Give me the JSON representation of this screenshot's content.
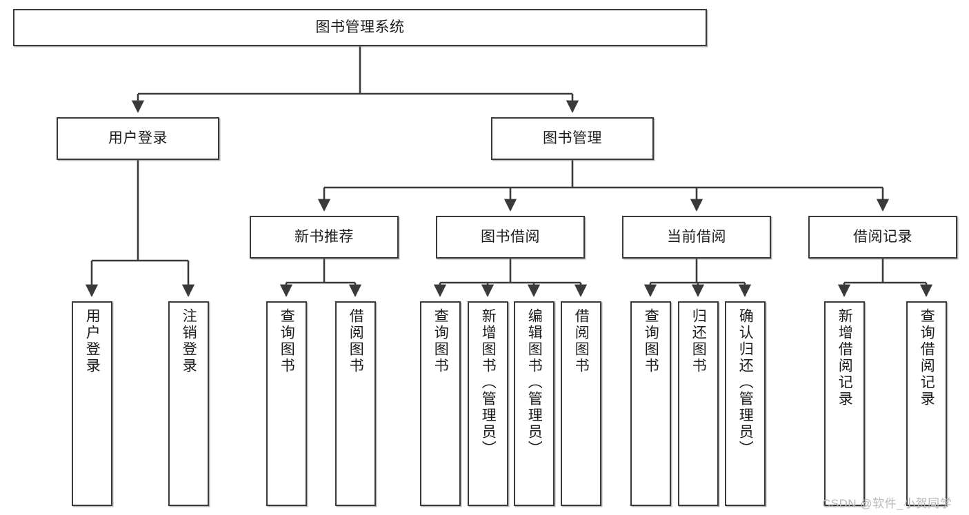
{
  "diagram": {
    "type": "tree-hierarchy",
    "title": "图书管理系统",
    "root": {
      "label": "图书管理系统"
    },
    "level2": [
      {
        "id": "user-login",
        "label": "用户登录"
      },
      {
        "id": "book-management",
        "label": "图书管理"
      }
    ],
    "level3": [
      {
        "id": "new-book-recommend",
        "label": "新书推荐",
        "parent": "book-management"
      },
      {
        "id": "book-borrow",
        "label": "图书借阅",
        "parent": "book-management"
      },
      {
        "id": "current-borrow",
        "label": "当前借阅",
        "parent": "book-management"
      },
      {
        "id": "borrow-record",
        "label": "借阅记录",
        "parent": "book-management"
      }
    ],
    "leaves": [
      {
        "id": "leaf-user-login",
        "label": "用户登录",
        "parent": "user-login"
      },
      {
        "id": "leaf-logout-login",
        "label": "注销登录",
        "parent": "user-login"
      },
      {
        "id": "leaf-query-book-1",
        "label": "查询图书",
        "parent": "new-book-recommend"
      },
      {
        "id": "leaf-borrow-book-1",
        "label": "借阅图书",
        "parent": "new-book-recommend"
      },
      {
        "id": "leaf-query-book-2",
        "label": "查询图书",
        "parent": "book-borrow"
      },
      {
        "id": "leaf-add-book",
        "label": "新增图书（管理员）",
        "parent": "book-borrow"
      },
      {
        "id": "leaf-edit-book",
        "label": "编辑图书（管理员）",
        "parent": "book-borrow"
      },
      {
        "id": "leaf-borrow-book-2",
        "label": "借阅图书",
        "parent": "book-borrow"
      },
      {
        "id": "leaf-query-book-3",
        "label": "查询图书",
        "parent": "current-borrow"
      },
      {
        "id": "leaf-return-book",
        "label": "归还图书",
        "parent": "current-borrow"
      },
      {
        "id": "leaf-confirm-return",
        "label": "确认归还（管理员）",
        "parent": "current-borrow"
      },
      {
        "id": "leaf-add-borrow-record",
        "label": "新增借阅记录",
        "parent": "borrow-record"
      },
      {
        "id": "leaf-query-borrow-record",
        "label": "查询借阅记录",
        "parent": "borrow-record"
      }
    ],
    "colors": {
      "box_border": "#3a3a3a",
      "box_fill": "#ffffff",
      "connector": "#3a3a3a",
      "text": "#1c1c1c",
      "watermark": "#b9b9b9",
      "background": "#ffffff"
    }
  },
  "watermark": {
    "text": "CSDN @软件_小贺同学"
  }
}
